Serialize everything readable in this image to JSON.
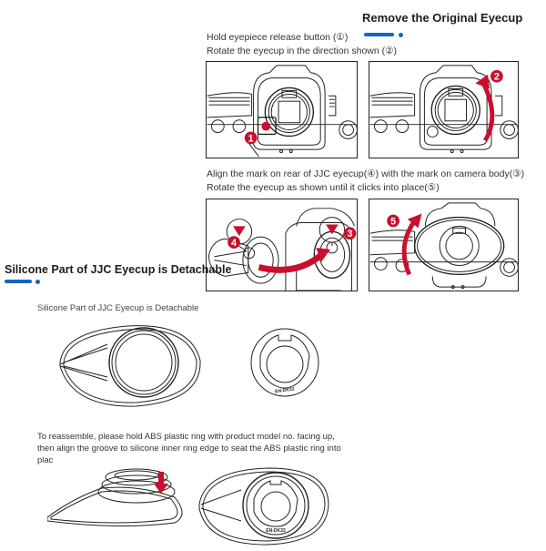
{
  "colors": {
    "accent": "#1565c0",
    "marker_red": "#c8102e",
    "line": "#222222"
  },
  "remove_section": {
    "title": "Remove the Original Eyecup",
    "steps": [
      "Hold eyepiece release button (①)",
      "Rotate the eyecup in the direction shown (②)"
    ],
    "panels": [
      {
        "marker": "1",
        "description": "press release button"
      },
      {
        "marker": "2",
        "description": "rotate eyecup upward"
      }
    ]
  },
  "install_section": {
    "steps": [
      "Align the mark on rear of JJC eyecup(④) with the mark on camera body(③)",
      "Rotate the eyecup as shown until it clicks into place(⑤)"
    ],
    "panels": [
      {
        "markers": [
          "4",
          "3"
        ],
        "description": "align marks"
      },
      {
        "marker": "5",
        "description": "rotate until click"
      }
    ]
  },
  "detach_section": {
    "title": "Silicone Part of JJC Eyecup is Detachable",
    "caption": "Silicone Part of JJC Eyecup is Detachable",
    "ring_label": "EN-DK33",
    "reassemble_text": "To reassemble, please hold ABS plastic ring with product model no. facing up, then align the groove to silicone inner ring edge to seat the ABS plastic ring into plac"
  }
}
